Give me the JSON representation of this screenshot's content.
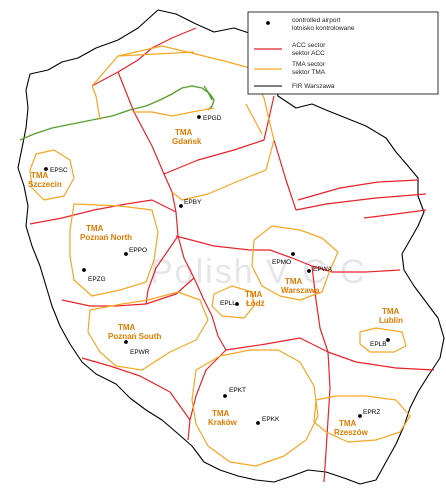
{
  "legend": {
    "airport": [
      "controlled airport",
      "lotnisko kontrolowane"
    ],
    "acc": [
      "ACC sector",
      "sektor ACC"
    ],
    "tma": [
      "TMA sector",
      "sektor TMA"
    ],
    "fir": [
      "FIR Warszawa"
    ]
  },
  "colors": {
    "fir": "#000000",
    "acc": "#e8232a",
    "tma": "#f5a623",
    "coast": "#5a9e2f",
    "tma_text": "#e07b00"
  },
  "watermark": "Polish  V  C  C",
  "airports": [
    {
      "code": "EPSC"
    },
    {
      "code": "EPGD"
    },
    {
      "code": "EPBY"
    },
    {
      "code": "EPPO"
    },
    {
      "code": "EPZG"
    },
    {
      "code": "EPMO"
    },
    {
      "code": "EPWA"
    },
    {
      "code": "EPLL"
    },
    {
      "code": "EPWR"
    },
    {
      "code": "EPLB"
    },
    {
      "code": "EPKT"
    },
    {
      "code": "EPKK"
    },
    {
      "code": "EPRZ"
    }
  ],
  "tma_labels": [
    {
      "lines": [
        "TMA",
        "Szczecin"
      ]
    },
    {
      "lines": [
        "TMA",
        "Gdańsk"
      ]
    },
    {
      "lines": [
        "TMA",
        "Poznań North"
      ]
    },
    {
      "lines": [
        "TMA",
        "Warszawa"
      ]
    },
    {
      "lines": [
        "TMA",
        "Łódź"
      ]
    },
    {
      "lines": [
        "TMA",
        "Poznań South"
      ]
    },
    {
      "lines": [
        "TMA",
        "Lublin"
      ]
    },
    {
      "lines": [
        "TMA",
        "Kraków"
      ]
    },
    {
      "lines": [
        "TMA",
        "Rzeszów"
      ]
    }
  ]
}
